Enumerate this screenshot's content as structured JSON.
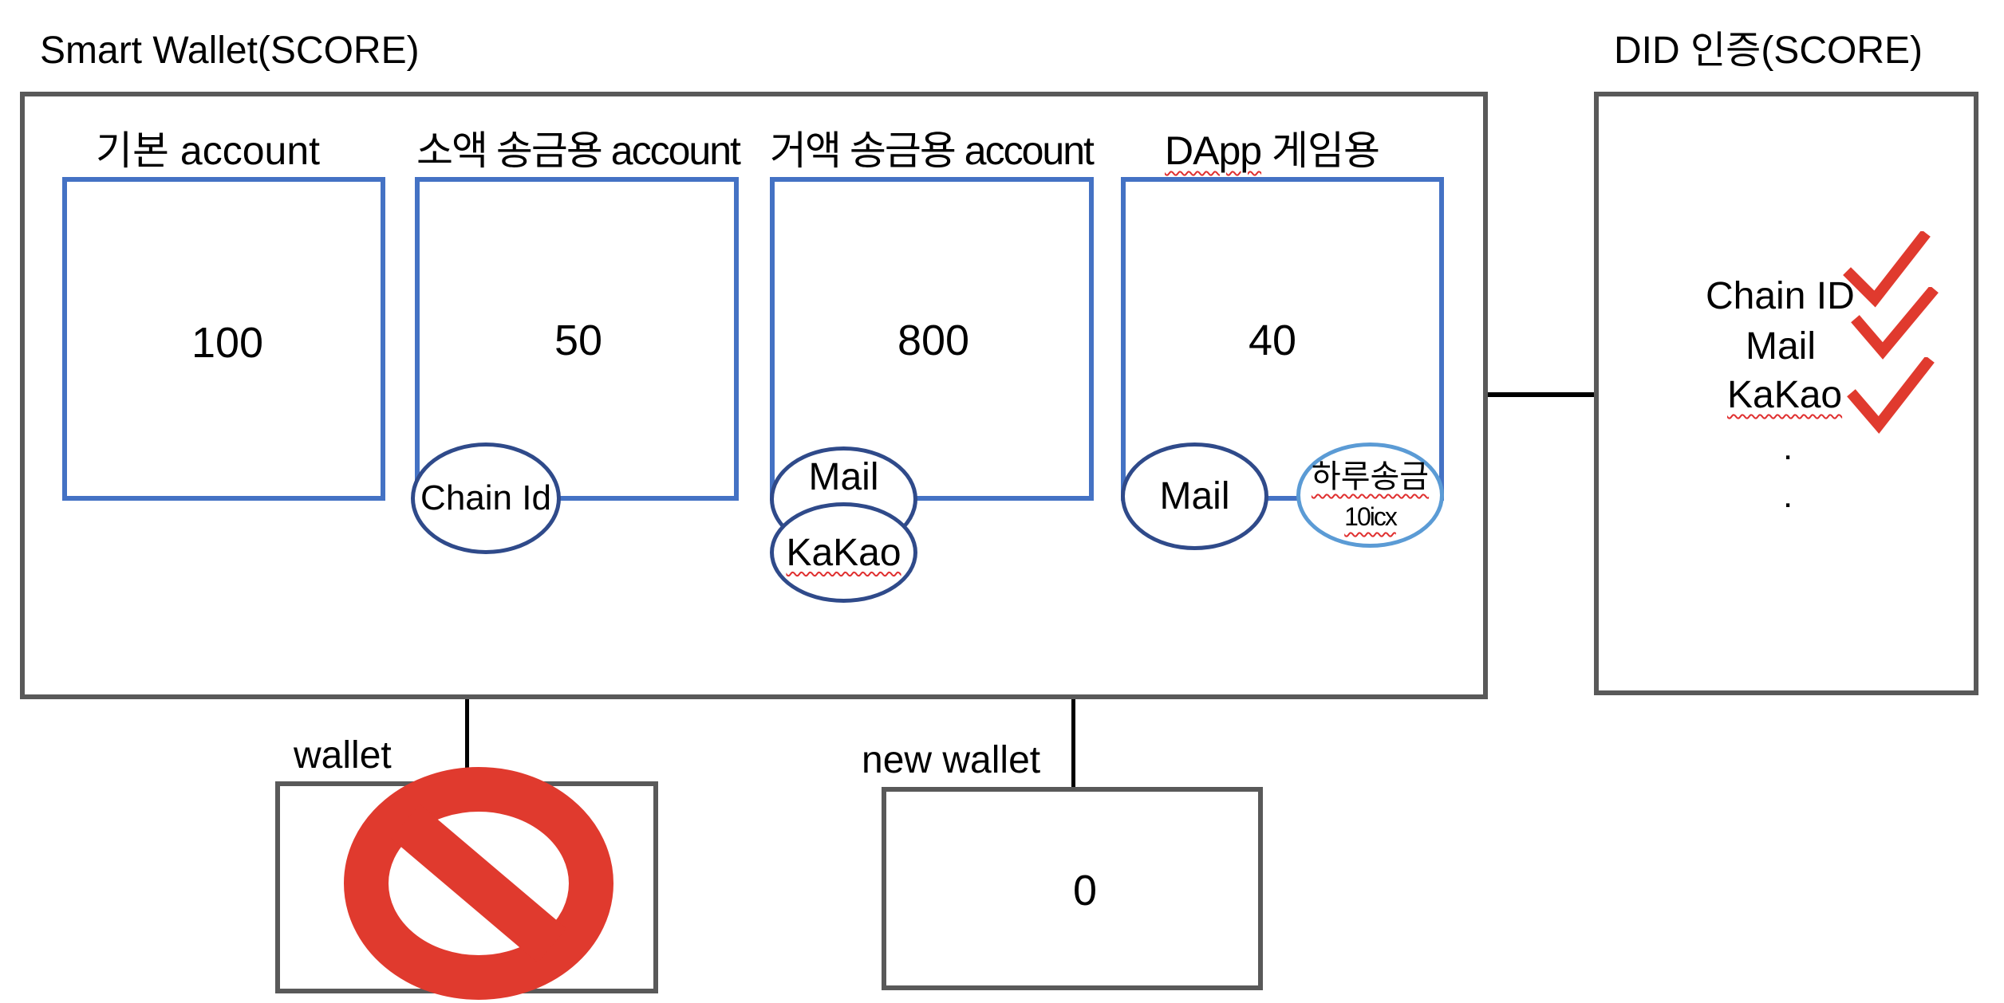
{
  "smart_wallet": {
    "title": "Smart Wallet(SCORE)",
    "accounts": [
      {
        "label": "기본 account",
        "value": "100"
      },
      {
        "label": "소액 송금용 account",
        "value": "50",
        "badges": [
          "Chain Id"
        ]
      },
      {
        "label": "거액 송금용 account",
        "value": "800",
        "badges": [
          "Mail",
          "KaKao"
        ]
      },
      {
        "label_prefix": "DApp",
        "label_suffix": " 게임용",
        "value": "40",
        "badges": [
          "Mail"
        ],
        "limit_badge": {
          "line1": "하루송금",
          "line2": "10icx"
        }
      }
    ]
  },
  "did": {
    "title": "DID 인증(SCORE)",
    "items": [
      "Chain ID",
      "Mail",
      "KaKao",
      ".",
      "."
    ]
  },
  "old_wallet": {
    "label": "wallet",
    "icon": "prohibited-icon"
  },
  "new_wallet": {
    "label": "new wallet",
    "value": "0"
  },
  "colors": {
    "box_border": "#595959",
    "account_border": "#4472c4",
    "badge_border": "#2f4a8a",
    "limit_badge_border": "#5b9bd5",
    "check": "#e03a2e",
    "prohibited": "#e03a2e"
  }
}
